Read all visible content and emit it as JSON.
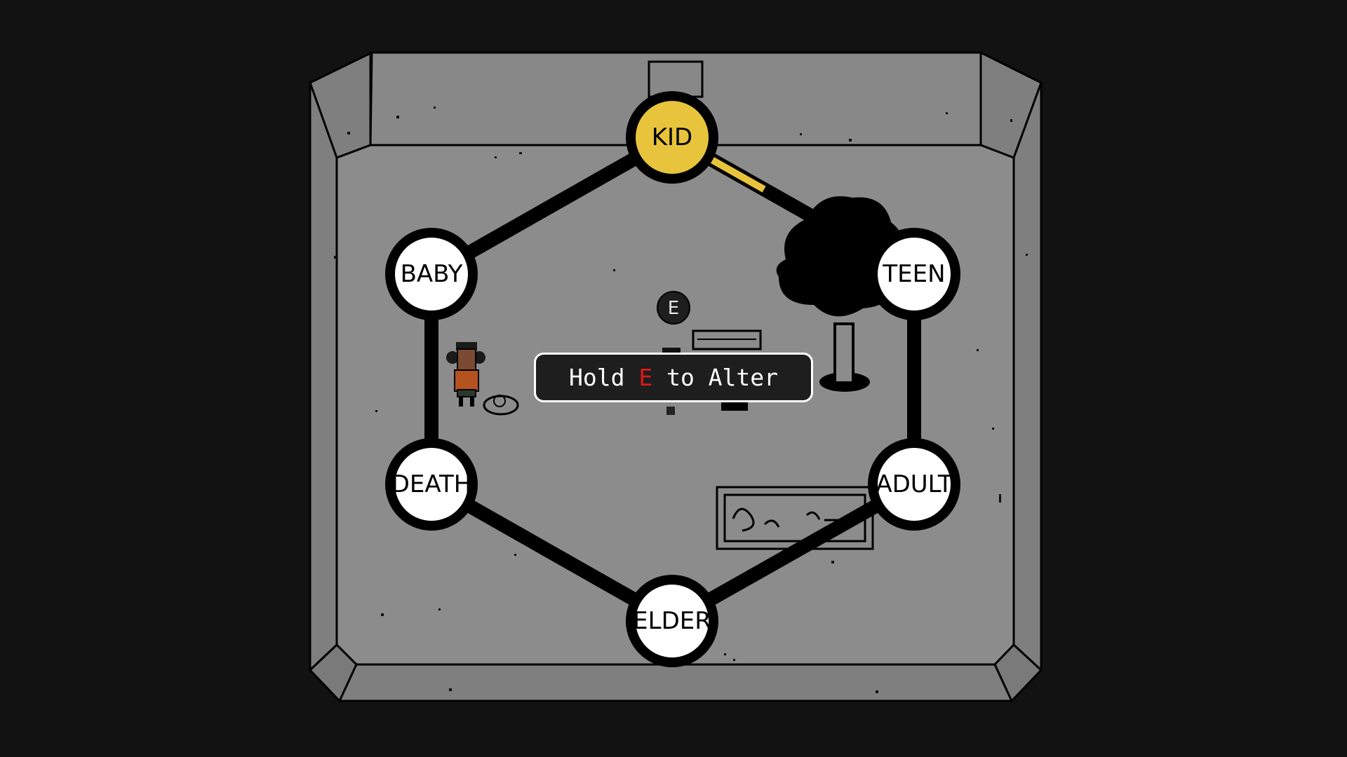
{
  "colors": {
    "background": "#121212",
    "floor": "#8c8c8c",
    "wall": "#7f7f7f",
    "outline": "#000000",
    "active_node": "#e7c43c",
    "inactive_node": "#ffffff",
    "prompt_key": "#e01818"
  },
  "life_cycle": {
    "nodes": [
      {
        "id": "kid",
        "label": "KID",
        "active": true
      },
      {
        "id": "teen",
        "label": "TEEN",
        "active": false
      },
      {
        "id": "adult",
        "label": "ADULT",
        "active": false
      },
      {
        "id": "elder",
        "label": "ELDER",
        "active": false
      },
      {
        "id": "death",
        "label": "DEATH",
        "active": false
      },
      {
        "id": "baby",
        "label": "BABY",
        "active": false
      }
    ],
    "kid_to_teen_progress": 0.32
  },
  "interact_hint": {
    "key": "E"
  },
  "prompt": {
    "before": "Hold ",
    "key": "E",
    "after": " to Alter"
  },
  "icons": {
    "player": "girl-with-pigtails",
    "pet": "snail",
    "tree": "black-tree",
    "bench": "bench",
    "planter": "garden-planter"
  }
}
